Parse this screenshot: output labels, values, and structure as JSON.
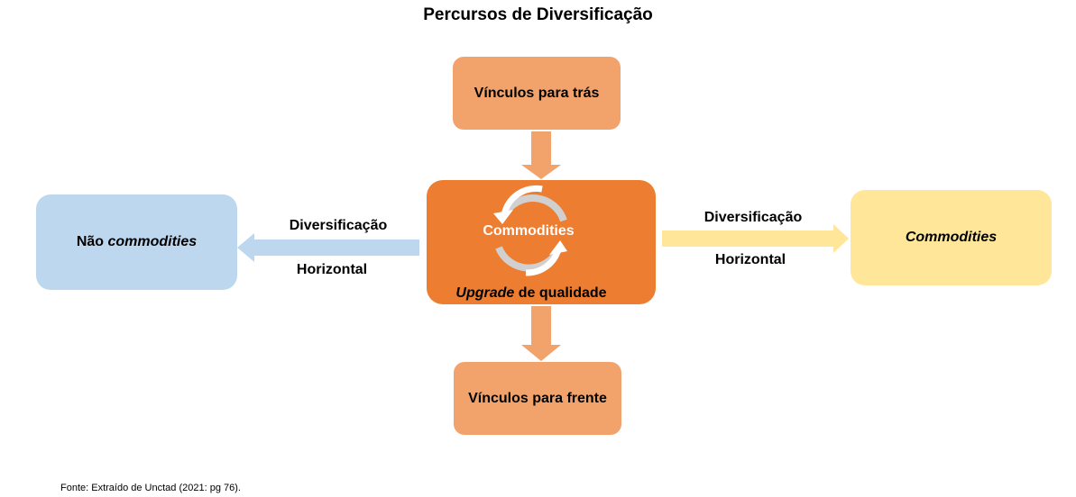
{
  "title": "Percursos de Diversificação",
  "top_box": "Vínculos para trás",
  "bottom_box": "Vínculos para frente",
  "center_box": {
    "label": "Commodities",
    "caption_italic": "Upgrade",
    "caption_rest": " de qualidade"
  },
  "left_box": {
    "text": "Não ",
    "italic": "commodities"
  },
  "right_box": {
    "italic": "Commodities"
  },
  "left_arrow": {
    "top": "Diversificação",
    "bottom": "Horizontal"
  },
  "right_arrow": {
    "top": "Diversificação",
    "bottom": "Horizontal"
  },
  "source": "Fonte: Extraído de Unctad (2021: pg 76).",
  "colors": {
    "orange": "#ED7D31",
    "light_orange": "#F2A36C",
    "blue": "#BDD7EE",
    "yellow": "#FFE699"
  }
}
